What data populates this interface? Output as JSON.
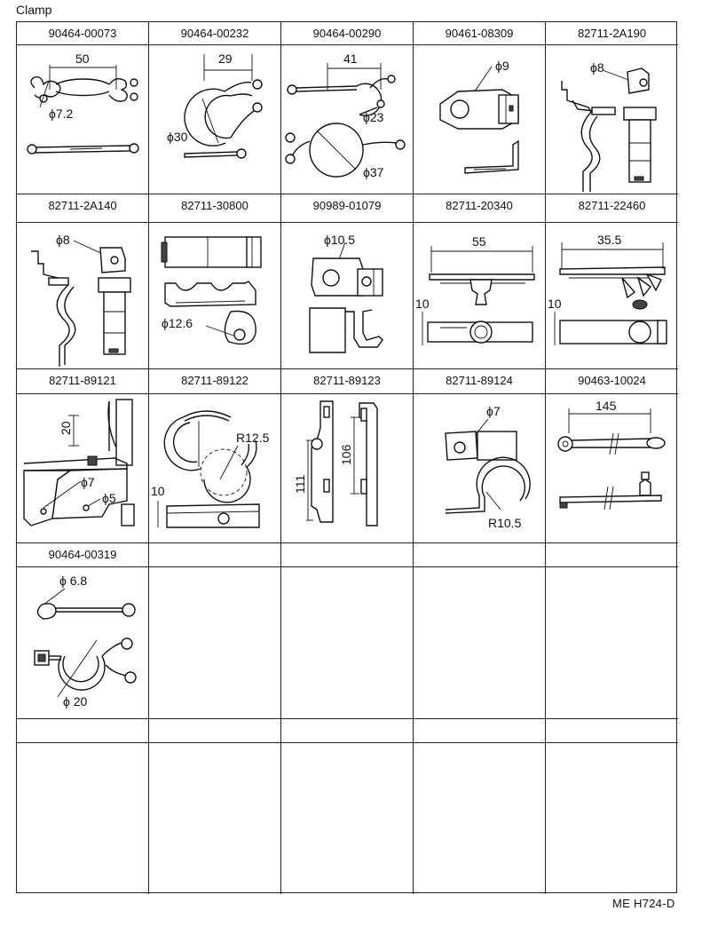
{
  "page": {
    "title": "Clamp",
    "footer_code": "ME H724-D"
  },
  "parts": [
    {
      "number": "90464-00073",
      "dims": [
        "50",
        "ϕ7.2"
      ]
    },
    {
      "number": "90464-00232",
      "dims": [
        "29",
        "ϕ30"
      ]
    },
    {
      "number": "90464-00290",
      "dims": [
        "41",
        "ϕ23",
        "ϕ37"
      ]
    },
    {
      "number": "90461-08309",
      "dims": [
        "ϕ9"
      ]
    },
    {
      "number": "82711-2A190",
      "dims": [
        "ϕ8"
      ]
    },
    {
      "number": "82711-2A140",
      "dims": [
        "ϕ8"
      ]
    },
    {
      "number": "82711-30800",
      "dims": [
        "ϕ12.6"
      ]
    },
    {
      "number": "90989-01079",
      "dims": [
        "ϕ10.5"
      ]
    },
    {
      "number": "82711-20340",
      "dims": [
        "55",
        "10"
      ]
    },
    {
      "number": "82711-22460",
      "dims": [
        "35.5",
        "10"
      ]
    },
    {
      "number": "82711-89121",
      "dims": [
        "20",
        "ϕ7",
        "ϕ5"
      ]
    },
    {
      "number": "82711-89122",
      "dims": [
        "R12.5",
        "10"
      ]
    },
    {
      "number": "82711-89123",
      "dims": [
        "106",
        "111"
      ]
    },
    {
      "number": "82711-89124",
      "dims": [
        "ϕ7",
        "R10.5"
      ]
    },
    {
      "number": "90463-10024",
      "dims": [
        "145"
      ]
    },
    {
      "number": "90464-00319",
      "dims": [
        "ϕ 6.8",
        "ϕ 20"
      ]
    }
  ]
}
